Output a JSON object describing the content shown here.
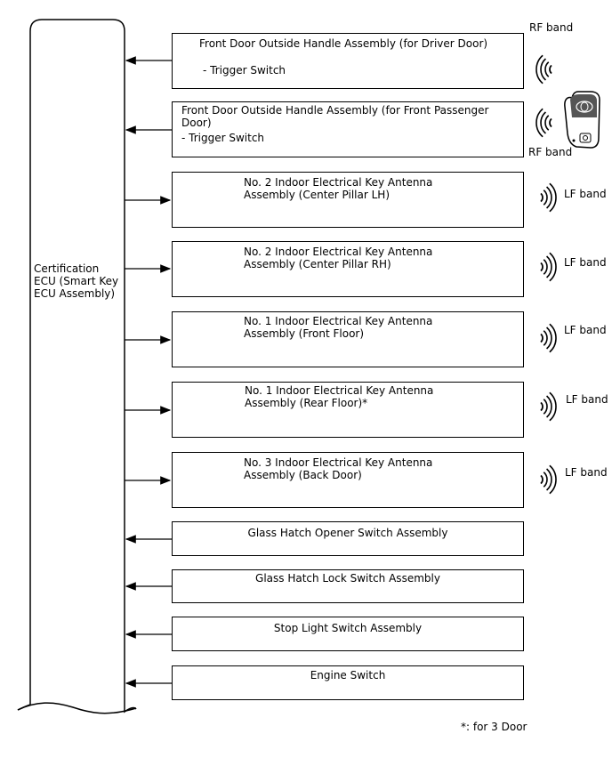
{
  "ecu": {
    "label": "Certification\nECU (Smart Key\nECU Assembly)"
  },
  "components": [
    {
      "name": "Front Door Outside Handle Assembly (for Driver Door)",
      "sub": "- Trigger Switch",
      "direction": "to-ecu"
    },
    {
      "name": "Front Door Outside Handle Assembly (for Front Passenger\nDoor)",
      "sub": "- Trigger Switch",
      "direction": "to-ecu"
    },
    {
      "name": "No. 2 Indoor Electrical Key Antenna\nAssembly (Center Pillar LH)",
      "sub": "",
      "direction": "from-ecu"
    },
    {
      "name": "No. 2 Indoor Electrical Key Antenna\nAssembly (Center Pillar RH)",
      "sub": "",
      "direction": "from-ecu"
    },
    {
      "name": "No. 1 Indoor Electrical Key Antenna\nAssembly (Front Floor)",
      "sub": "",
      "direction": "from-ecu"
    },
    {
      "name": "No. 1 Indoor Electrical Key Antenna\nAssembly (Rear Floor)*",
      "sub": "",
      "direction": "from-ecu"
    },
    {
      "name": "No. 3 Indoor Electrical Key Antenna\nAssembly (Back Door)",
      "sub": "",
      "direction": "from-ecu"
    },
    {
      "name": "Glass Hatch Opener Switch Assembly",
      "sub": "",
      "direction": "to-ecu"
    },
    {
      "name": "Glass Hatch Lock Switch Assembly",
      "sub": "",
      "direction": "to-ecu"
    },
    {
      "name": "Stop Light Switch Assembly",
      "sub": "",
      "direction": "to-ecu"
    },
    {
      "name": "Engine Switch",
      "sub": "",
      "direction": "to-ecu"
    }
  ],
  "bands": {
    "rf_top": "RF band",
    "rf_bottom": "RF band",
    "lf": [
      "LF band",
      "LF band",
      "LF band",
      "LF band",
      "LF band"
    ]
  },
  "footnote": "*: for 3 Door"
}
